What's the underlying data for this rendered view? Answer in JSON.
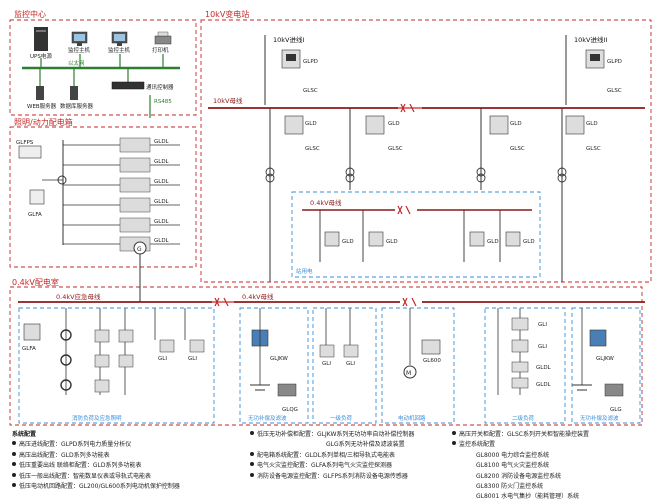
{
  "sections": {
    "monitor_center": "监控中心",
    "substation_10kv": "10kV变电站",
    "lighting_power": "照明/动力配电箱",
    "lv_room": "0.4kV配电室"
  },
  "monitor": {
    "ups": "UPS电源",
    "host1": "监控主机",
    "host2": "监控主机",
    "printer": "打印机",
    "ethernet": "以太网",
    "web_server": "WEB服务器",
    "db_server": "数据库服务器",
    "comm_controller": "通讯控制器",
    "rs485": "RS485"
  },
  "hv": {
    "incoming1": "10kV进线I",
    "incoming2": "10kV进线II",
    "bus": "10kV母线",
    "glpd": "GLPD",
    "glsc": "GLSC",
    "gld": "GLD"
  },
  "station": {
    "bus": "0.4kV母线",
    "label": "站用电"
  },
  "lighting": {
    "glfps": "GLFPS",
    "glfa": "GLFA",
    "gldl": "GLDL"
  },
  "lv": {
    "emergency_bus": "0.4kV应急母线",
    "bus": "0.4kV母线",
    "g": "G",
    "glfa": "GLFA",
    "gli": "GLI",
    "gljkw": "GLJKW",
    "glqg": "GLQG",
    "glg": "GLG",
    "gl600": "GL600",
    "m": "M",
    "gldl": "GLDL",
    "groups": [
      "消防负荷及应急照明",
      "无功补偿及滤波",
      "一级负荷",
      "电动机回路",
      "二级负荷",
      "无功补偿及滤波"
    ]
  },
  "legend": {
    "title1": "系统配置",
    "col1": [
      "高压进线配置：GLPD系列电力质量分析仪",
      "高压出线配置：GLD系列多功能表",
      "低压重要出线  联络柜配置：GLD系列多功能表",
      "低压一般出线配置：智能数显仪表或导轨式电能表",
      "低压电动机回路配置：GL200/GL600系列电动机保护控制器"
    ],
    "col2": [
      "低压无功补偿柜配置：GLJKW系列无功功率自动补偿控制器",
      "GLG系列无功补偿及滤波装置",
      "配电箱系统配置：GLDL系列单相/三相导轨式电能表",
      "电气火灾监控配置：GLFA系列电气火灾监控探测器",
      "消防设备电源监控配置：GLFPS系列消防设备电源传感器"
    ],
    "col3_items": [
      "高压开关柜配置：GLSC系列开关柜智能操控装置"
    ],
    "title3": "监控系统配置",
    "col3_sub": [
      "GL8000  电力综合监控系统",
      "GL8100  电气火灾监控系统",
      "GL8200  消防设备电源监控系统",
      "GL8300  防火门监控系统",
      "GL8001  水电气集抄（能耗管理）系统"
    ]
  }
}
